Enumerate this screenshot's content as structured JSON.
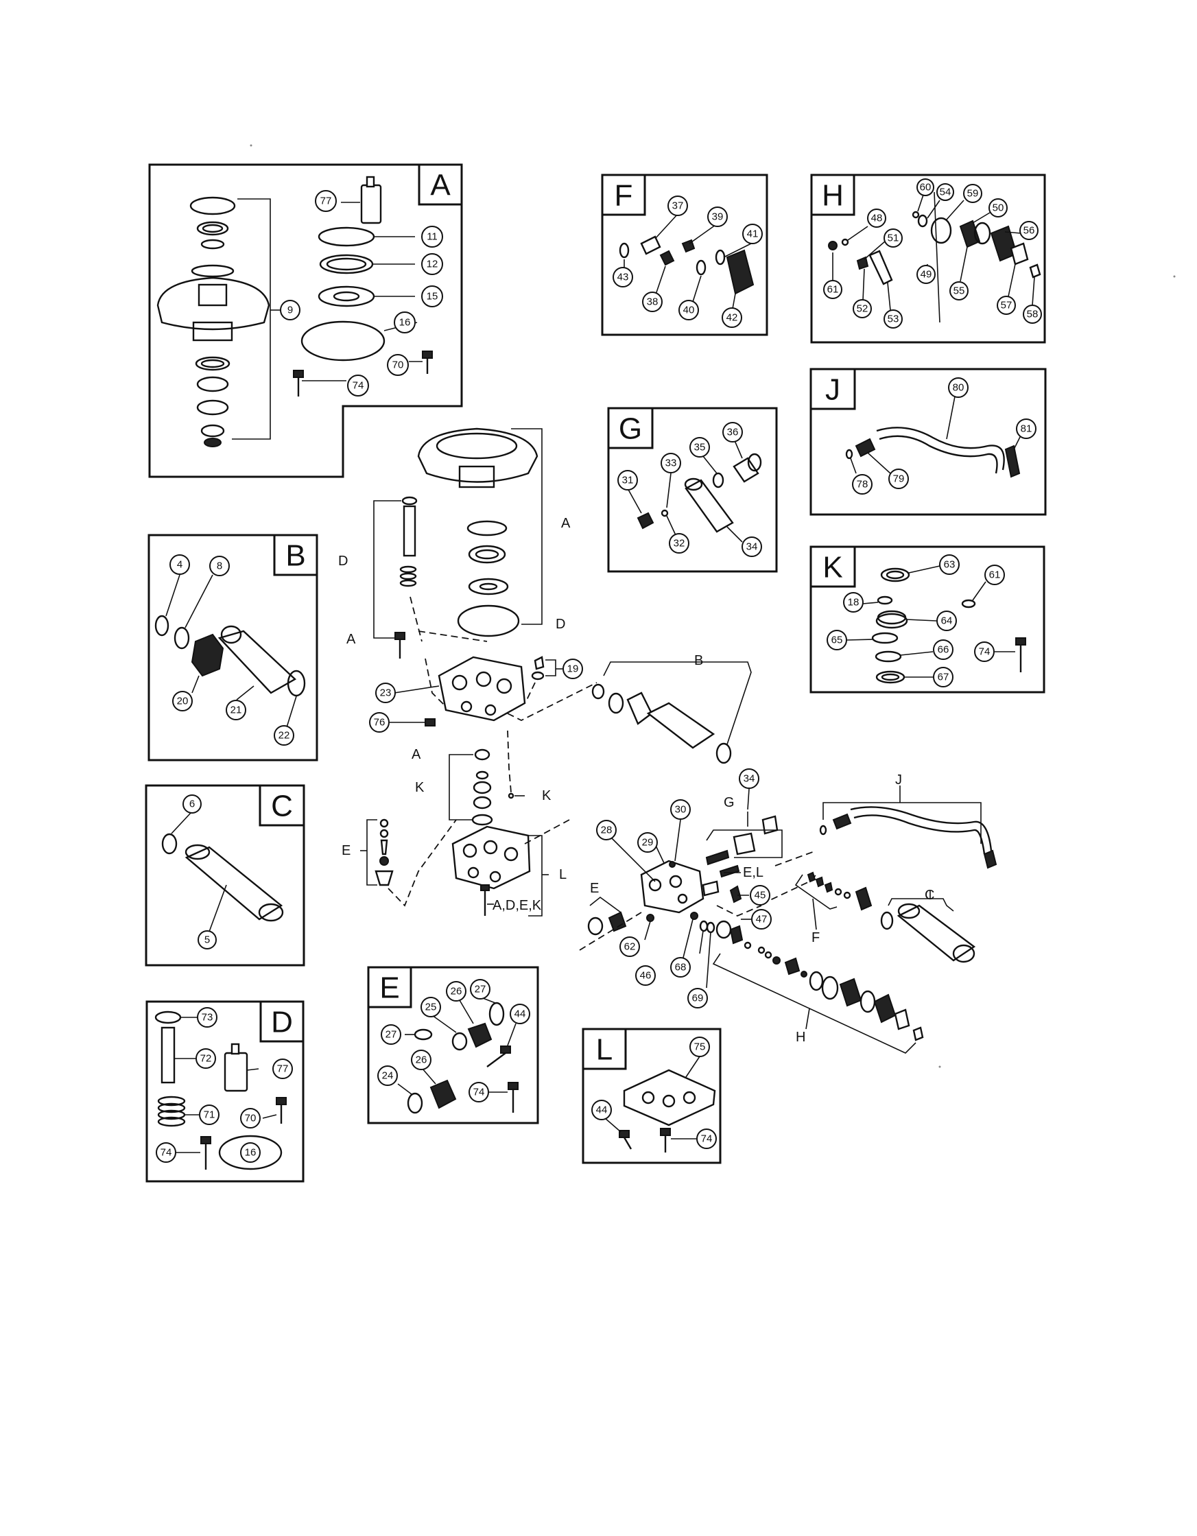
{
  "panels": [
    {
      "id": "A",
      "label": "A",
      "callouts": [
        "77",
        "11",
        "12",
        "15",
        "16",
        "9",
        "70",
        "74"
      ]
    },
    {
      "id": "B",
      "label": "B",
      "callouts": [
        "4",
        "8",
        "20",
        "21",
        "22"
      ]
    },
    {
      "id": "C",
      "label": "C",
      "callouts": [
        "6",
        "5"
      ]
    },
    {
      "id": "D",
      "label": "D",
      "callouts": [
        "73",
        "72",
        "77",
        "71",
        "70",
        "74",
        "16"
      ]
    },
    {
      "id": "E",
      "label": "E",
      "callouts": [
        "25",
        "26",
        "27",
        "44",
        "27",
        "24",
        "26",
        "74"
      ]
    },
    {
      "id": "F",
      "label": "F",
      "callouts": [
        "37",
        "39",
        "41",
        "43",
        "38",
        "40",
        "42"
      ]
    },
    {
      "id": "G",
      "label": "G",
      "callouts": [
        "33",
        "35",
        "36",
        "31",
        "32",
        "34"
      ]
    },
    {
      "id": "H",
      "label": "H",
      "callouts": [
        "60",
        "54",
        "59",
        "48",
        "51",
        "50",
        "56",
        "61",
        "49",
        "52",
        "53",
        "55",
        "57",
        "58"
      ]
    },
    {
      "id": "J",
      "label": "J",
      "callouts": [
        "80",
        "81",
        "78",
        "79"
      ]
    },
    {
      "id": "K",
      "label": "K",
      "callouts": [
        "63",
        "61",
        "18",
        "64",
        "65",
        "66",
        "74",
        "67"
      ]
    },
    {
      "id": "L",
      "label": "L",
      "callouts": [
        "75",
        "44",
        "74"
      ]
    }
  ],
  "main_assembly": {
    "callouts": [
      "23",
      "19",
      "76",
      "34",
      "30",
      "28",
      "29",
      "45",
      "47",
      "62",
      "46",
      "68",
      "69"
    ],
    "bracket_labels": {
      "A_top": "A",
      "D_left": "D",
      "D_bottom": "D",
      "A_bolt": "A",
      "B": "B",
      "A_valve": "A",
      "K_left": "K",
      "K_right": "K",
      "E_left": "E",
      "L": "L",
      "bolt_set": "A,D,E,K",
      "G": "G",
      "E_L": "E,L",
      "J": "J",
      "E_right": "E",
      "C": "C",
      "F": "F",
      "H": "H"
    }
  }
}
